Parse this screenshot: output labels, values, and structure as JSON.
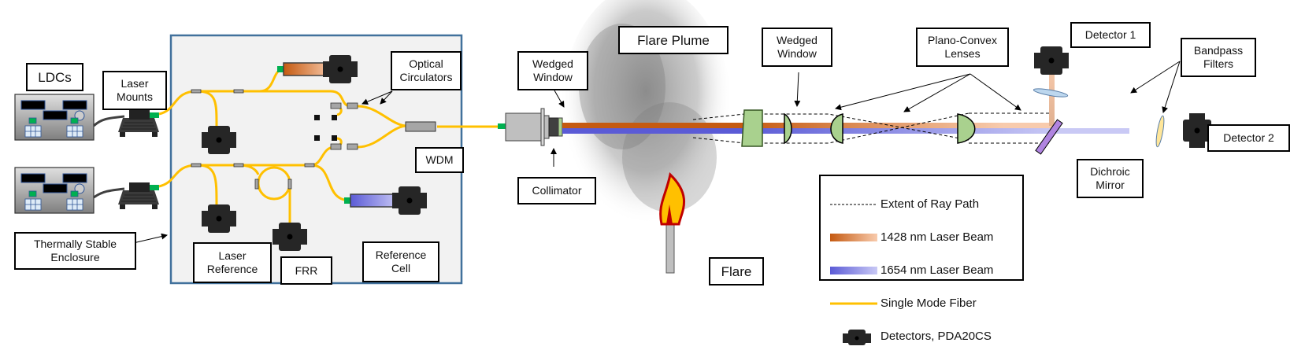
{
  "figure": {
    "labels": {
      "ldcs": "LDCs",
      "laser_mounts": "Laser\nMounts",
      "thermally_stable_enclosure": "Thermally Stable\nEnclosure",
      "optical_circulators": "Optical\nCirculators",
      "wdm": "WDM",
      "laser_reference": "Laser\nReference",
      "frr": "FRR",
      "reference_cell": "Reference\nCell",
      "wedged_window_1": "Wedged\nWindow",
      "collimator": "Collimator",
      "flare_plume": "Flare Plume",
      "flare": "Flare",
      "wedged_window_2": "Wedged\nWindow",
      "plano_convex_lenses": "Plano-Convex\nLenses",
      "detector_1": "Detector 1",
      "bandpass_filters": "Bandpass\nFilters",
      "detector_2": "Detector 2",
      "dichroic_mirror": "Dichroic\nMirror"
    },
    "legend": [
      {
        "key": "ray-path",
        "label": "Extent of Ray Path"
      },
      {
        "key": "beam-1428",
        "label": "1428 nm Laser Beam"
      },
      {
        "key": "beam-1654",
        "label": "1654 nm Laser Beam"
      },
      {
        "key": "fiber",
        "label": "Single Mode Fiber"
      },
      {
        "key": "detector",
        "label": "Detectors, PDA20CS"
      }
    ],
    "colors": {
      "fiber": "#FFC000",
      "beam_1428": "#C55A11",
      "beam_1428_light": "#F8CBAD",
      "beam_1654": "#5B5BD6",
      "beam_1654_light": "#C9C9F5",
      "connector": "#00B050",
      "enclosure_border": "#41719C",
      "enclosure_fill": "#F2F2F2",
      "lens_fill": "#A9D18E",
      "detector": "#262626",
      "flame_outer": "#C00000",
      "flame_inner": "#FFC000",
      "dichroic": "#B084E0",
      "filter_1": "#BDD7EE",
      "filter_2": "#FFE699"
    }
  }
}
